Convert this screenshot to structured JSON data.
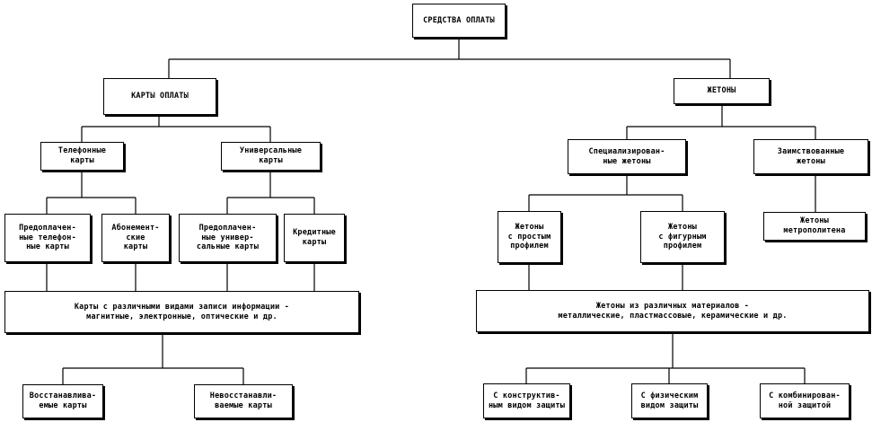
{
  "nodes": {
    "root": "СРЕДСТВА ОПЛАТЫ",
    "cards": "КАРТЫ  ОПЛАТЫ",
    "tokens": "ЖЕТОНЫ",
    "phone_cards": "Телефонные\nкарты",
    "universal_cards": "Универсальные\nкарты",
    "prepaid_phone": "Предоплачен-\nные телефон-\nные карты",
    "subscription": "Абонемент-\nские\nкарты",
    "prepaid_universal": "Предоплачен-\nные универ-\nсальные карты",
    "credit": "Кредитные\nкарты",
    "card_recording": "Карты с различными видами записи информации -\nмагнитные, электронные, оптические и др.",
    "restorable": "Восстанавлива-\nемые карты",
    "nonrestorable": "Невосстанавли-\nваемые карты",
    "specialized_tokens": "Специализирован-\nные жетоны",
    "borrowed_tokens": "Заимствованные\nжетоны",
    "simple_profile": "Жетоны\nс простым\nпрофилем",
    "shaped_profile": "Жетоны\nс фигурным\nпрофилем",
    "metro_tokens": "Жетоны\nметрополитена",
    "token_materials": "Жетоны из различных материалов -\nметаллические, пластмассовые, керамические и др.",
    "constructive_protection": "С конструктив-\nным видом защиты",
    "physical_protection": "С физическим\nвидом защиты",
    "combined_protection": "С комбинирован-\nной защитой"
  }
}
